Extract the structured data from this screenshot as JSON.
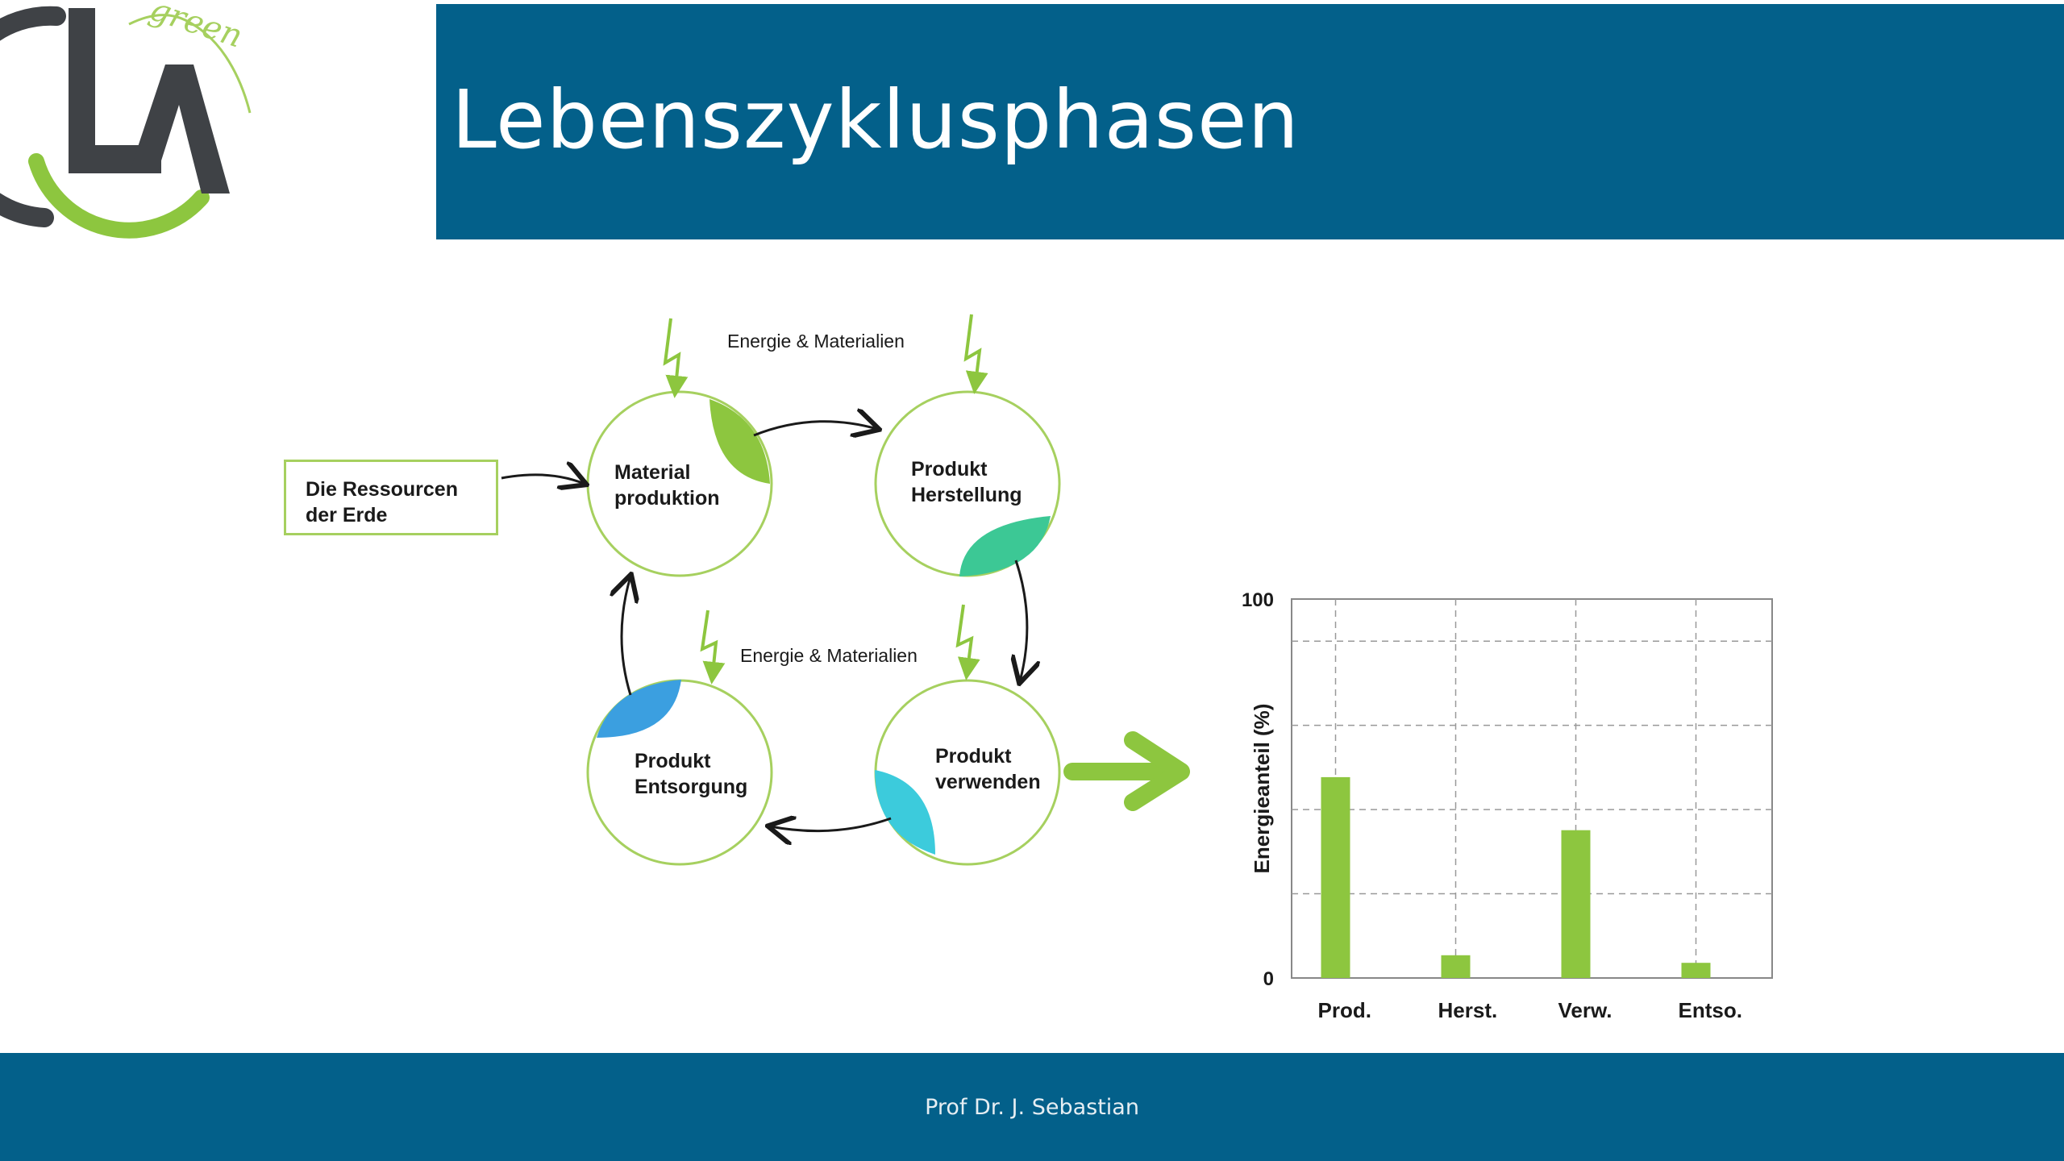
{
  "slide": {
    "title": "Lebenszyklusphasen",
    "footer": "Prof Dr. J. Sebastian",
    "logo": {
      "script_text": "green"
    },
    "colors": {
      "header": "#03608a",
      "accent_green": "#8dc63f"
    }
  },
  "diagram": {
    "source_box": "Die Ressourcen\nder Erde",
    "energy_label_top": "Energie & Materialien",
    "energy_label_middle": "Energie & Materialien",
    "phases": [
      {
        "id": "material",
        "label": "Material\nproduktion",
        "leaf_color": "#8dc63f"
      },
      {
        "id": "herstellung",
        "label": "Produkt\nHerstellung",
        "leaf_color": "#3cc895"
      },
      {
        "id": "verwenden",
        "label": "Produkt\nverwenden",
        "leaf_color": "#3ccbdc"
      },
      {
        "id": "entsorgung",
        "label": "Produkt\nEntsorgung",
        "leaf_color": "#3b9fe0"
      }
    ]
  },
  "chart_data": {
    "type": "bar",
    "categories": [
      "Prod.",
      "Herst.",
      "Verw.",
      "Entso."
    ],
    "values": [
      53,
      6,
      39,
      4
    ],
    "ylabel": "Energieanteil (%)",
    "ylim": [
      0,
      100
    ],
    "yticks_labeled": [
      0,
      100
    ],
    "grid": true,
    "bar_color": "#8dc63f"
  }
}
